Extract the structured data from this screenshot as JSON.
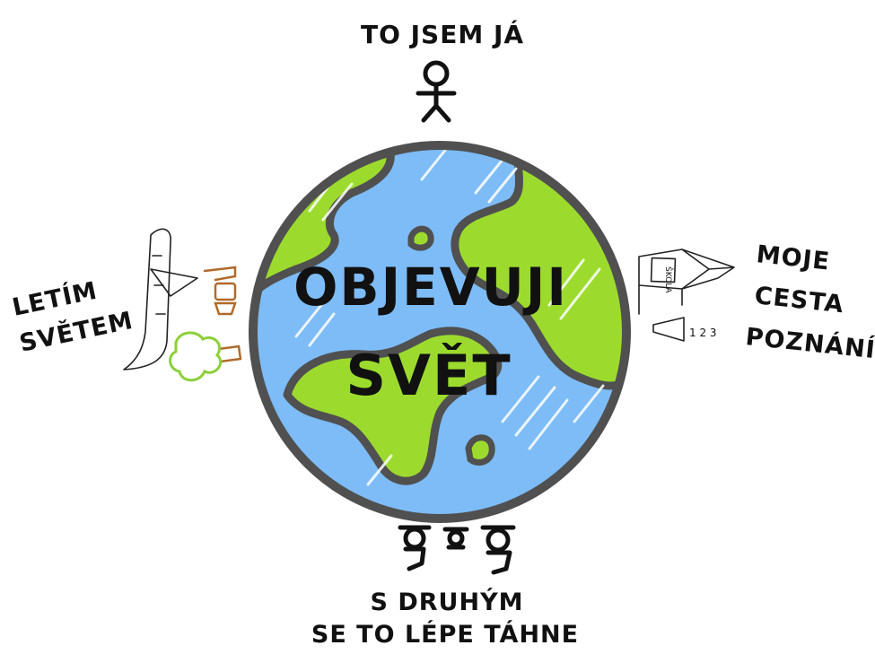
{
  "title": {
    "line1": "OBJEVUJI",
    "line2": "SVĚT"
  },
  "labels": {
    "top": "TO JSEM JÁ",
    "left_line1": "LETÍM",
    "left_line2": "SVĚTEM",
    "right_line1": "MOJE",
    "right_line2": "CESTA",
    "right_line3": "POZNÁNÍ",
    "bottom_line1": "S DRUHÝM",
    "bottom_line2": "SE TO LÉPE TÁHNE"
  },
  "school_sign": "ŠKOLA",
  "school_numbers": "1 2 3",
  "colors": {
    "ocean": "#7dbcf7",
    "land": "#9cdb2e",
    "outline": "#505050",
    "ink": "#111111",
    "rocket": "#b06a2a",
    "smoke": "#8ccf3a"
  }
}
